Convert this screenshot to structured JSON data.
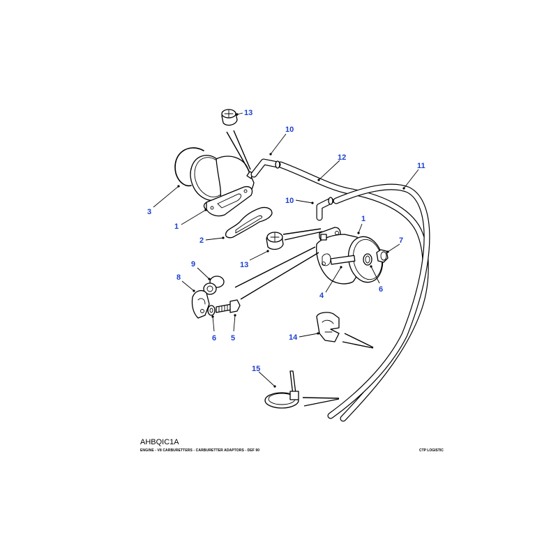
{
  "diagram": {
    "code": "AHBQIC1A",
    "title": "ENGINE - V8 CARBURETTERS - CARBURETTER ADAPTORS - DEF 90",
    "brand": "CTP LOGISTIC",
    "label_color": "#1a3fd0",
    "callouts": [
      {
        "id": "c13a",
        "label": "13",
        "part": "hose connector cap (upper)"
      },
      {
        "id": "c10a",
        "label": "10",
        "part": "elbow hose (upper)"
      },
      {
        "id": "c12",
        "label": "12",
        "part": "vacuum pipe"
      },
      {
        "id": "c11",
        "label": "11",
        "part": "vacuum pipe (long)"
      },
      {
        "id": "c10b",
        "label": "10",
        "part": "elbow hose (lower)"
      },
      {
        "id": "c3",
        "label": "3",
        "part": "o-ring"
      },
      {
        "id": "c1a",
        "label": "1",
        "part": "carburetter adaptor (left)"
      },
      {
        "id": "c2",
        "label": "2",
        "part": "gasket"
      },
      {
        "id": "c1b",
        "label": "1",
        "part": "carburetter adaptor (right)"
      },
      {
        "id": "c7",
        "label": "7",
        "part": "nut"
      },
      {
        "id": "c13b",
        "label": "13",
        "part": "hose connector cap (lower)"
      },
      {
        "id": "c9",
        "label": "9",
        "part": "grommet"
      },
      {
        "id": "c8",
        "label": "8",
        "part": "bracket clip"
      },
      {
        "id": "c4",
        "label": "4",
        "part": "stud"
      },
      {
        "id": "c6b",
        "label": "6",
        "part": "washer (right)"
      },
      {
        "id": "c6a",
        "label": "6",
        "part": "washer (left)"
      },
      {
        "id": "c5",
        "label": "5",
        "part": "bolt"
      },
      {
        "id": "c14",
        "label": "14",
        "part": "pipe clip"
      },
      {
        "id": "c15",
        "label": "15",
        "part": "cable tie"
      }
    ]
  }
}
